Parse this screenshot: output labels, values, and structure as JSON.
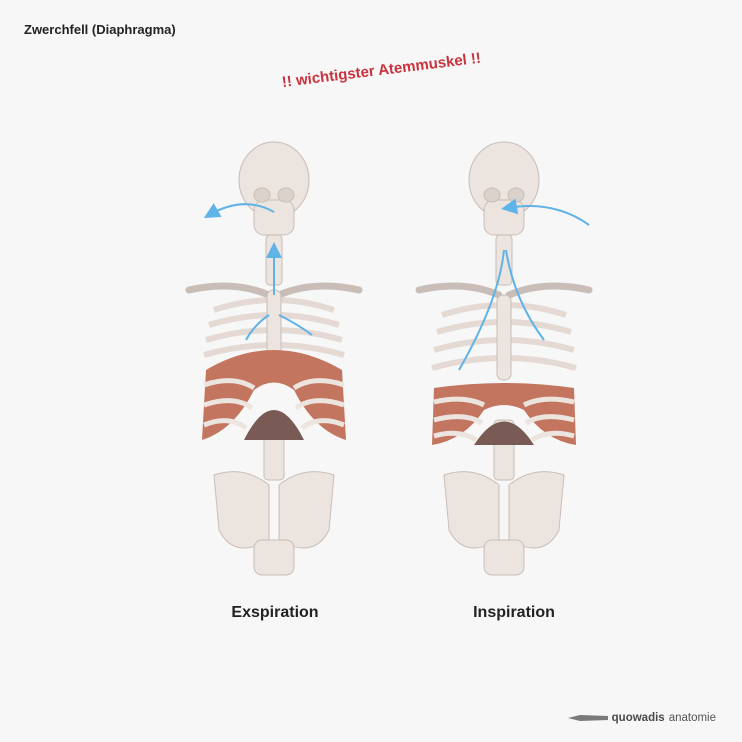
{
  "title": "Zwerchfell (Diaphragma)",
  "note": "!! wichtigster Atemmuskel !!",
  "panels": [
    {
      "caption": "Exspiration"
    },
    {
      "caption": "Inspiration"
    }
  ],
  "logo": {
    "brand": "quowadis",
    "suffix": "anatomie"
  },
  "colors": {
    "bone": "#ece4df",
    "bone_stroke": "#c9bdb7",
    "muscle": "#c4755f",
    "tendon": "#7a5a55",
    "arrow": "#5fb3e6",
    "note": "#c8333e"
  }
}
